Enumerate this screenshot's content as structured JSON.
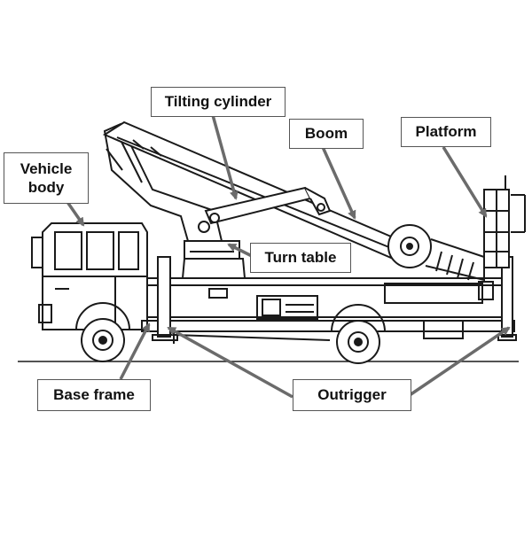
{
  "diagram": {
    "labels": {
      "vehicle_body": "Vehicle\nbody",
      "tilting_cylinder": "Tilting cylinder",
      "boom": "Boom",
      "platform": "Platform",
      "turn_table": "Turn table",
      "base_frame": "Base frame",
      "outrigger": "Outrigger"
    },
    "colors": {
      "line": "#1a1a1a",
      "leader": "#6b6b6b",
      "label_border": "#555555"
    }
  }
}
